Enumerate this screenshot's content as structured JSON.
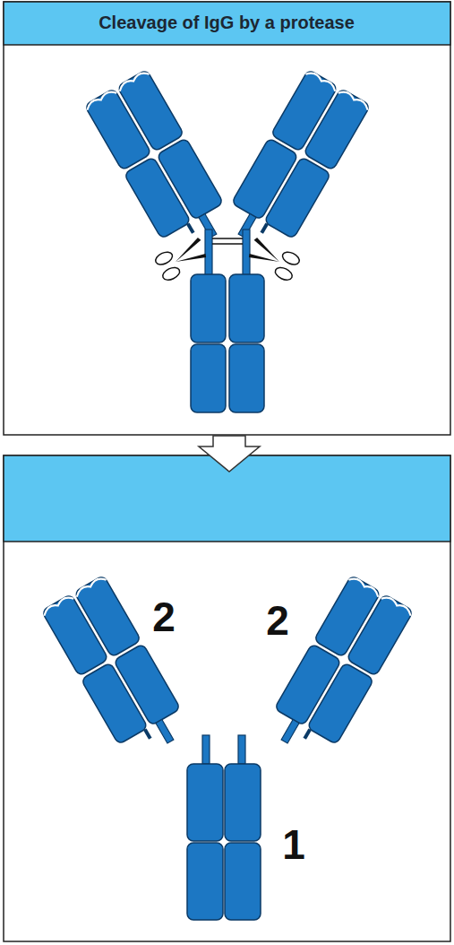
{
  "diagram": {
    "title": "Cleavage of IgG by a protease",
    "labels": [
      "2",
      "2",
      "1"
    ]
  }
}
